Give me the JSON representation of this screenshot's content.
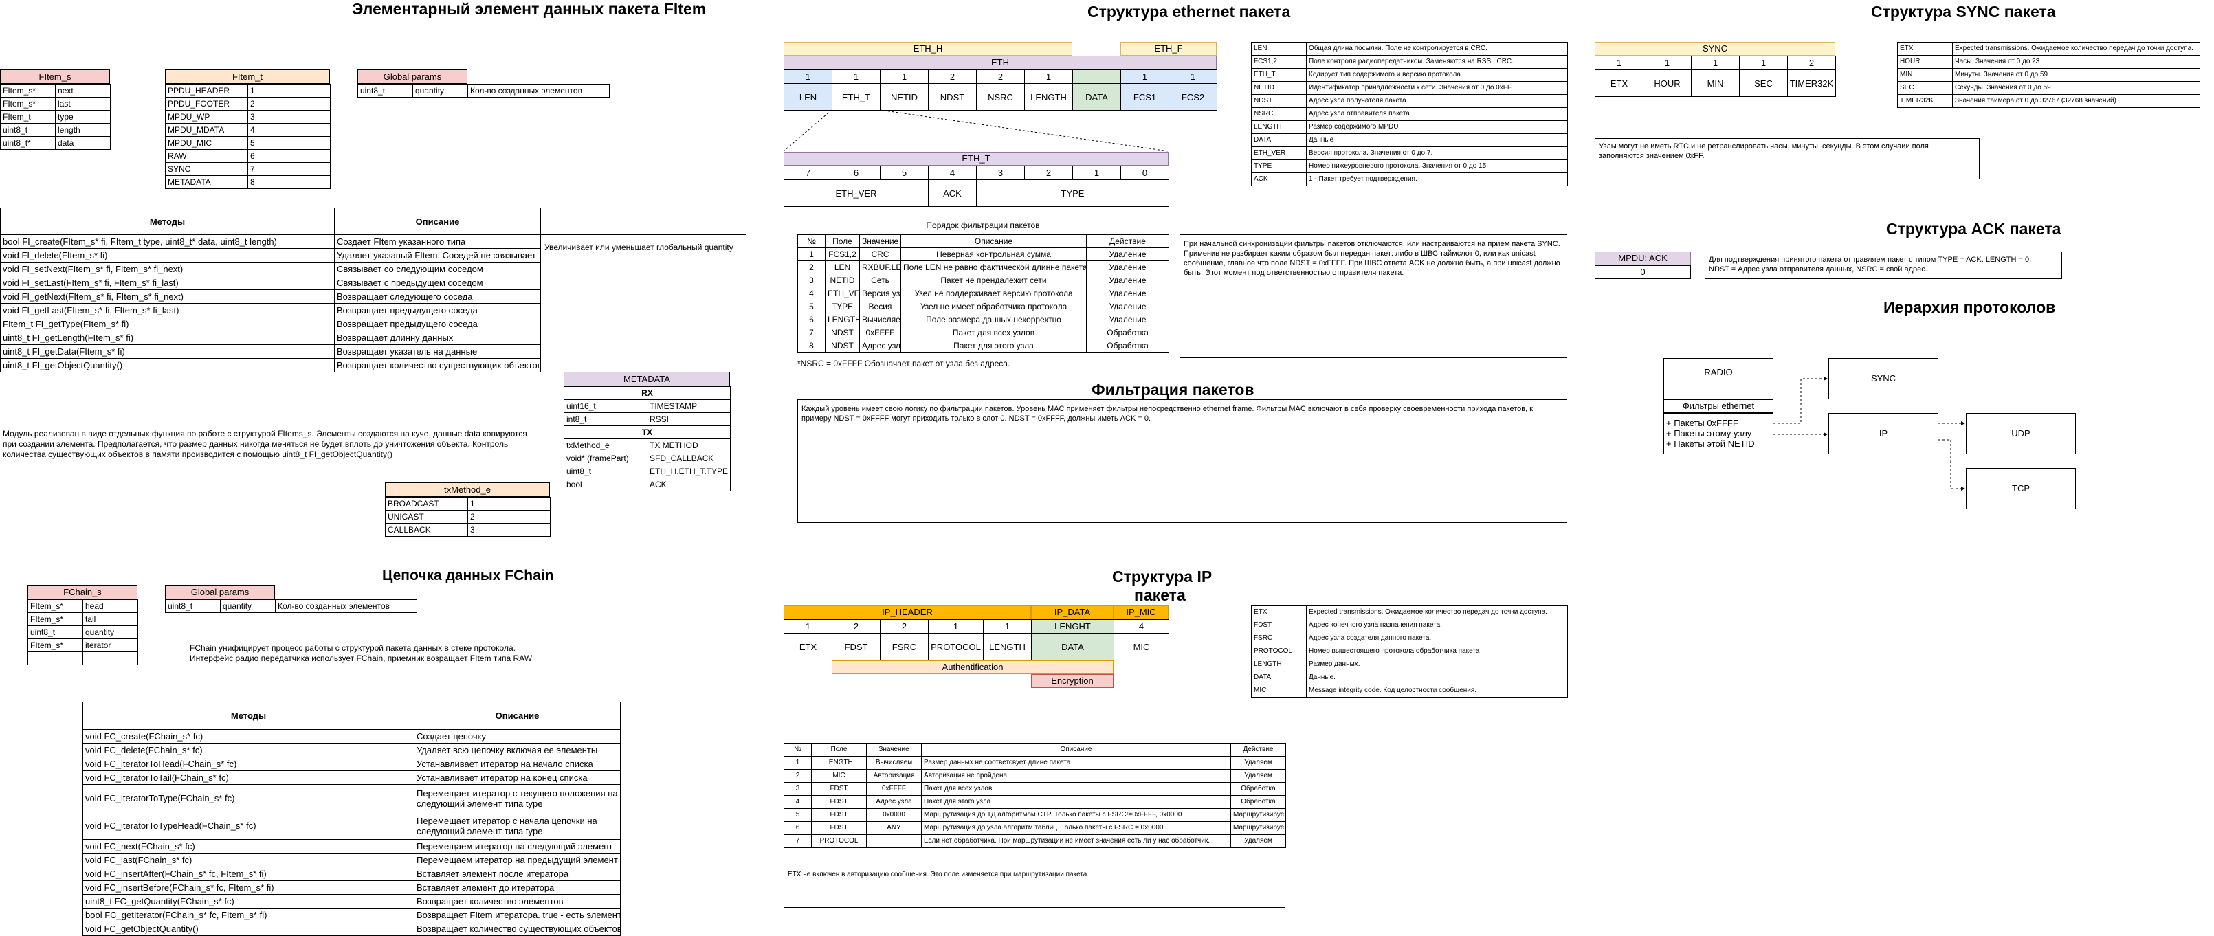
{
  "titles": {
    "fitem": "Элементарный элемент данных пакета FItem",
    "eth": "Структура ethernet пакета",
    "sync": "Структура SYNC пакета",
    "ack": "Структура ACK пакета",
    "hier": "Иерархия протоколов",
    "filter": "Фильтрация пакетов",
    "fchain": "Цепочка данных FChain",
    "ip1": "Структура IP",
    "ip2": "пакета"
  },
  "fitem_s": {
    "name": "FItem_s",
    "rows": [
      [
        "FItem_s*",
        "next"
      ],
      [
        "FItem_s*",
        "last"
      ],
      [
        "FItem_t",
        "type"
      ],
      [
        "uint8_t",
        "length"
      ],
      [
        "uint8_t*",
        "data"
      ]
    ]
  },
  "fitem_t": {
    "name": "FItem_t",
    "rows": [
      [
        "PPDU_HEADER",
        "1"
      ],
      [
        "PPDU_FOOTER",
        "2"
      ],
      [
        "MPDU_WP",
        "3"
      ],
      [
        "MPDU_MDATA",
        "4"
      ],
      [
        "MPDU_MIC",
        "5"
      ],
      [
        "RAW",
        "6"
      ],
      [
        "SYNC",
        "7"
      ],
      [
        "METADATA",
        "8"
      ]
    ]
  },
  "gp1": {
    "name": "Global params",
    "row": [
      "uint8_t",
      "quantity",
      "Кол-во созданных элементов"
    ]
  },
  "fi_methods": {
    "h1": "Методы",
    "h2": "Описание",
    "rows": [
      [
        "bool FI_create(FItem_s* fi, FItem_t type, uint8_t* data, uint8_t length)",
        "Создает FItem указанного типа"
      ],
      [
        "void FI_delete(FItem_s* fi)",
        "Удаляет указаный FItem. Соседей не связывает"
      ],
      [
        "void FI_setNext(FItem_s* fi, FItem_s* fi_next)",
        "Связывает со следующим соседом"
      ],
      [
        "void FI_setLast(FItem_s* fi, FItem_s* fi_last)",
        "Связывает с предыдущем соседом"
      ],
      [
        "void FI_getNext(FItem_s* fi, FItem_s* fi_next)",
        "Возвращает следующего соседа"
      ],
      [
        "void FI_getLast(FItem_s* fi, FItem_s* fi_last)",
        "Возвращает предыдущего соседа"
      ],
      [
        "FItem_t FI_getType(FItem_s* fi)",
        "Возвращает предыдущего соседа"
      ],
      [
        "uint8_t FI_getLength(FItem_s* fi)",
        "Возвращает длинну данных"
      ],
      [
        "uint8_t FI_getData(FItem_s* fi)",
        "Возвращает указатель на данные"
      ],
      [
        "uint8_t FI_getObjectQuantity()",
        "Возвращает количество существующих объектов"
      ]
    ],
    "side": "Увеличивает или уменьшает глобальный quantity"
  },
  "fi_note": "Модуль реализован в виде отдельных функция по работе с структурой FItems_s. Элементы создаются на куче, данные data копируются при создании элемента. Предполагается, что размер данных никогда меняться не будет вплоть до уничтожения объекта. Контроль количества существующих объектов в памяти производится с помощью uint8_t FI_getObjectQuantity()",
  "metadata": {
    "name": "METADATA",
    "rx": "RX",
    "tx": "TX",
    "rxrows": [
      [
        "uint16_t",
        "TIMESTAMP"
      ],
      [
        "int8_t",
        "RSSI"
      ]
    ],
    "txrows": [
      [
        "txMethod_e",
        "TX METHOD"
      ],
      [
        "void* (framePart)",
        "SFD_CALLBACK"
      ],
      [
        "uint8_t",
        "ETH_H.ETH_T.TYPE"
      ],
      [
        "bool",
        "ACK"
      ]
    ]
  },
  "txmethod": {
    "name": "txMethod_e",
    "rows": [
      [
        "BROADCAST",
        "1"
      ],
      [
        "UNICAST",
        "2"
      ],
      [
        "CALLBACK",
        "3"
      ]
    ]
  },
  "fchain_s": {
    "name": "FChain_s",
    "rows": [
      [
        "FItem_s*",
        "head"
      ],
      [
        "FItem_s*",
        "tail"
      ],
      [
        "uint8_t",
        "quantity"
      ],
      [
        "FItem_s*",
        "iterator"
      ],
      [
        "",
        ""
      ]
    ]
  },
  "gp2": {
    "name": "Global params",
    "row": [
      "uint8_t",
      "quantity",
      "Кол-во созданных элементов"
    ]
  },
  "fc_note": "FChain унифицирует процесс работы с структурой пакета данных в стеке протокола. Интерфейс радио передатчика использует FChain, приемник возращает FItem типа RAW",
  "fc_methods": {
    "h1": "Методы",
    "h2": "Описание",
    "rows": [
      [
        "void FC_create(FChain_s* fc)",
        "Создает цепочку"
      ],
      [
        "void FC_delete(FChain_s* fc)",
        "Удаляет всю цепочку включая ее элементы"
      ],
      [
        "void FC_iteratorToHead(FChain_s* fc)",
        "Устанавливает итератор на начало списка"
      ],
      [
        "void FC_iteratorToTail(FChain_s* fc)",
        "Устанавливает итератор на конец списка"
      ],
      [
        "void FC_iteratorToType(FChain_s* fc)",
        "Перемещает итератор с текущего положения на следующий элемент типа type"
      ],
      [
        "void FC_iteratorToTypeHead(FChain_s* fc)",
        "Перемещает итератор с начала цепочки на следующий элемент типа type"
      ],
      [
        "void FC_next(FChain_s* fc)",
        "Перемещаем итератор на следующий элемент"
      ],
      [
        "void FC_last(FChain_s* fc)",
        "Перемещаем итератор на предыдущий элемент"
      ],
      [
        "void FC_insertAfter(FChain_s* fc, FItem_s* fi)",
        "Вставляет элемент после итератора"
      ],
      [
        "void FC_insertBefore(FChain_s* fc, FItem_s* fi)",
        "Вставляет элемент до итератора"
      ],
      [
        "uint8_t FC_getQuantity(FChain_s* fc)",
        "Возвращает количество элементов"
      ],
      [
        "bool FC_getIterator(FChain_s* fc, FItem_s* fi)",
        "Возвращает FItem итератора. true - есть элемент"
      ],
      [
        "void FC_getObjectQuantity()",
        "Возвращает количество существующих объектов"
      ]
    ]
  },
  "eth": {
    "eth_h": "ETH_H",
    "eth_f": "ETH_F",
    "eth": "ETH",
    "sizes": [
      "1",
      "1",
      "1",
      "2",
      "2",
      "1",
      "",
      "1",
      "1"
    ],
    "fields": [
      "LEN",
      "ETH_T",
      "NETID",
      "NDST",
      "NSRC",
      "LENGTH",
      "DATA",
      "FCS1",
      "FCS2"
    ],
    "eth_t": "ETH_T",
    "bits": [
      "7",
      "6",
      "5",
      "4",
      "3",
      "2",
      "1",
      "0"
    ],
    "eth_ver": "ETH_VER",
    "ack": "ACK",
    "type": "TYPE"
  },
  "eth_desc": [
    [
      "LEN",
      "Общая длина посылки. Поле не контролируется в CRC."
    ],
    [
      "FCS1,2",
      "Поле контроля радиопередатчиком. Заменяются на RSSI, CRC."
    ],
    [
      "ETH_T",
      "Кодирует тип содержимого и версию протокола."
    ],
    [
      "NETID",
      "Идентификатор принадлежности к сети. Значения от 0 до 0xFF"
    ],
    [
      "NDST",
      "Адрес узла получателя пакета."
    ],
    [
      "NSRC",
      "Адрес узла отправителя пакета."
    ],
    [
      "LENGTH",
      "Размер содержимого MPDU"
    ],
    [
      "DATA",
      "Данные"
    ],
    [
      "ETH_VER",
      "Версия протокола. Значения от 0 до 7."
    ],
    [
      "TYPE",
      "Номер нижеуровневого протокола. Значения от 0 до 15"
    ],
    [
      "ACK",
      "1 - Пакет требует подтверждения."
    ]
  ],
  "eth_filter": {
    "caption": "Порядок фильтрации пакетов",
    "head": [
      "№",
      "Поле",
      "Значение",
      "Описание",
      "Действие"
    ],
    "rows": [
      [
        "1",
        "FCS1,2",
        "CRC",
        "Неверная контрольная сумма",
        "Удаление"
      ],
      [
        "2",
        "LEN",
        "RXBUF.LEN",
        "Поле LEN не равно фактической длинне пакета",
        "Удаление"
      ],
      [
        "3",
        "NETID",
        "Сеть",
        "Пакет не прендалежит сети",
        "Удаление"
      ],
      [
        "4",
        "ETH_VER",
        "Версия узла",
        "Узел не поддерживает версию протокола",
        "Удаление"
      ],
      [
        "5",
        "TYPE",
        "Весия",
        "Узел не имеет обработчика протокола",
        "Удаление"
      ],
      [
        "6",
        "LENGTH",
        "Вычисляем",
        "Поле размера данных некорректно",
        "Удаление"
      ],
      [
        "7",
        "NDST",
        "0xFFFF",
        "Пакет для всех узлов",
        "Обработка"
      ],
      [
        "8",
        "NDST",
        "Адрес узла",
        "Пакет для этого узла",
        "Обработка"
      ]
    ],
    "foot": "*NSRC = 0xFFFF Обозначает пакет от узла без адреса."
  },
  "sync_note": "При начальной синхронизации фильтры пакетов отключаются, или настраиваются на прием пакета SYNC. Применив не разбирает каким образом был передан пакет: либо в ШВС таймслот 0, или как unicast сообщение, главное что поле NDST = 0xFFFF. При ШВС ответа ACK не должно быть, а при unicast должно быть. Этот момент под ответственностью отправителя пакета.",
  "filter_note": "Каждый уровень имеет свою логику по фильтрации пакетов. Уровень MAC применяет фильтры непосредственно ethernet frame. Фильтры MAC включают в себя проверку своевременности прихода пакетов, к примеру NDST = 0xFFFF могут приходить только в слот 0. NDST = 0xFFFF, должны иметь ACK = 0.",
  "sync": {
    "name": "SYNC",
    "sizes": [
      "1",
      "1",
      "1",
      "1",
      "2"
    ],
    "fields": [
      "ETX",
      "HOUR",
      "MIN",
      "SEC",
      "TIMER32K"
    ]
  },
  "sync_desc": [
    [
      "ETX",
      "Expected transmissions. Ожидаемое количество передач до точки доступа."
    ],
    [
      "HOUR",
      "Часы. Значения от 0 до 23"
    ],
    [
      "MIN",
      "Минуты. Значения от 0 до 59"
    ],
    [
      "SEC",
      "Секунды. Значения от 0 до 59"
    ],
    [
      "TIMER32K",
      "Значения таймера от 0 до 32767 (32768 значений)"
    ]
  ],
  "sync_note2": "Узлы могут не иметь RTC и не ретранслировать часы, минуты, секунды. В этом случаии поля заполняются значением 0xFF.",
  "ack": {
    "name": "MPDU: ACK",
    "value": "0",
    "note1": "Для подтверждения принятого пакета отправляем пакет с типом TYPE = ACK. LENGTH = 0.",
    "note2": "NDST = Адрес узла отправителя данных, NSRC = свой адрес."
  },
  "hier": {
    "radio": "RADIO",
    "filter": "Фильтры ethernet",
    "items": [
      "+ Пакеты 0xFFFF",
      "+ Пакеты этому узлу",
      "+ Пакеты этой NETID"
    ],
    "sync": "SYNC",
    "ip": "IP",
    "udp": "UDP",
    "tcp": "TCP"
  },
  "ip": {
    "header": "IP_HEADER",
    "data": "IP_DATA",
    "mic": "IP_MIC",
    "sizes": [
      "1",
      "2",
      "2",
      "1",
      "1",
      "LENGHT",
      "4"
    ],
    "fields": [
      "ETX",
      "FDST",
      "FSRC",
      "PROTOCOL",
      "LENGTH",
      "DATA",
      "MIC"
    ],
    "auth": "Authentification",
    "enc": "Encryption"
  },
  "ip_desc": [
    [
      "ETX",
      "Expected transmissions. Ожидаемое количество передач до точки доступа."
    ],
    [
      "FDST",
      "Адрес конечного узла назначения пакета."
    ],
    [
      "FSRC",
      "Адрес узла создателя данного пакета."
    ],
    [
      "PROTOCOL",
      "Номер вышестоящего протокола обработчика пакета"
    ],
    [
      "LENGTH",
      "Размер данных."
    ],
    [
      "DATA",
      "Данные."
    ],
    [
      "MIC",
      "Message integrity code. Код целостности сообщения."
    ]
  ],
  "ip_filter": {
    "head": [
      "№",
      "Поле",
      "Значение",
      "Описание",
      "Действие"
    ],
    "rows": [
      [
        "1",
        "LENGTH",
        "Вычисляем",
        "Размер данных не соответсвует длине пакета",
        "Удаляем"
      ],
      [
        "2",
        "MIC",
        "Авторизация",
        "Авторизация не пройдена",
        "Удаляем"
      ],
      [
        "3",
        "FDST",
        "0xFFFF",
        "Пакет для всех узлов",
        "Обработка"
      ],
      [
        "4",
        "FDST",
        "Адрес узла",
        "Пакет для этого узла",
        "Обработка"
      ],
      [
        "5",
        "FDST",
        "0x0000",
        "Маршрутизация до ТД алгоритмом CTP. Только пакеты с FSRC!=0xFFFF, 0x0000",
        "Маршрутизируем"
      ],
      [
        "6",
        "FDST",
        "ANY",
        "Маршрутизация до узла алгоритм таблиц. Только пакеты с FSRC = 0x0000",
        "Маршрутизируем"
      ],
      [
        "7",
        "PROTOCOL",
        "",
        "Если нет обработчика. При маршрутизации не имеет значения есть ли у нас обработчик.",
        "Удаляем"
      ]
    ]
  },
  "ip_note": "ETX не включен в авторизацию сообщения. Это поле изменяется при маршрутизации пакета."
}
